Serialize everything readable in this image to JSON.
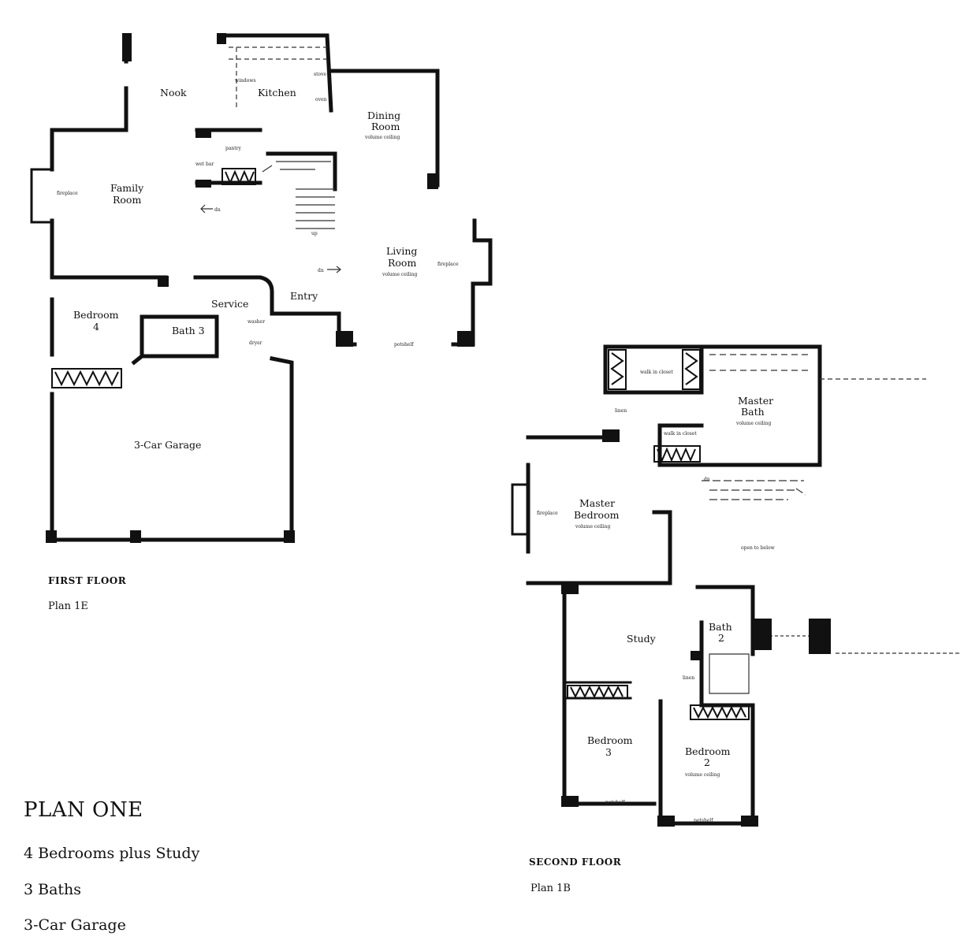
{
  "first_floor": {
    "caption": "FIRST FLOOR",
    "plan": "Plan 1E",
    "rooms": {
      "nook": "Nook",
      "kitchen": "Kitchen",
      "dining_1": "Dining",
      "dining_2": "Room",
      "dining_note": "volume ceiling",
      "family_1": "Family",
      "family_2": "Room",
      "family_fireplace": "fireplace",
      "living_1": "Living",
      "living_2": "Room",
      "living_note": "volume ceiling",
      "living_fireplace": "fireplace",
      "entry": "Entry",
      "service": "Service",
      "bedroom4_1": "Bedroom",
      "bedroom4_2": "4",
      "bath3": "Bath 3",
      "garage": "3-Car Garage",
      "pantry": "pantry",
      "wet_bar": "wet bar",
      "windows": "windows",
      "stove": "stove",
      "oven": "oven",
      "up": "up",
      "dn": "dn",
      "washer": "washer",
      "dryer": "dryer",
      "potshelf": "potshelf"
    }
  },
  "second_floor": {
    "caption": "SECOND FLOOR",
    "plan": "Plan 1B",
    "rooms": {
      "master_bath_1": "Master",
      "master_bath_2": "Bath",
      "master_bath_note": "volume ceiling",
      "walk_in_closet": "walk in closet",
      "walk_in_closet_2": "walk in closet",
      "linen": "linen",
      "master_bed_1": "Master",
      "master_bed_2": "Bedroom",
      "master_bed_note": "volume ceiling",
      "master_fireplace": "fireplace",
      "open_below": "open to below",
      "dn": "dn",
      "study": "Study",
      "bath2_1": "Bath",
      "bath2_2": "2",
      "linen2": "linen",
      "bedroom3_1": "Bedroom",
      "bedroom3_2": "3",
      "bedroom2_1": "Bedroom",
      "bedroom2_2": "2",
      "bedroom2_note": "volume ceiling",
      "potshelf": "potshelf",
      "potshelf2": "potshelf"
    }
  },
  "summary": {
    "title": "PLAN ONE",
    "features": [
      "4 Bedrooms plus Study",
      "3 Baths",
      "3-Car Garage"
    ]
  }
}
